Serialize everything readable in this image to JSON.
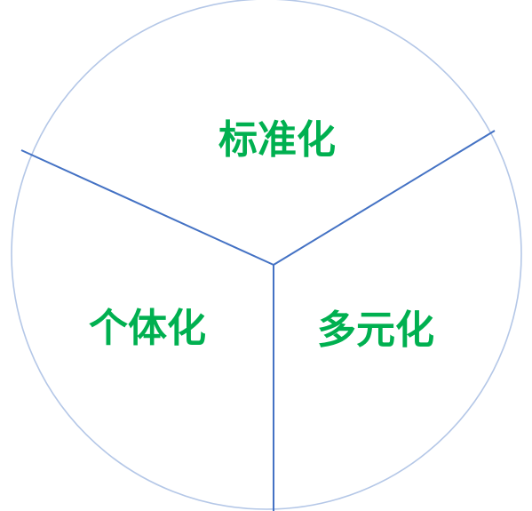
{
  "diagram": {
    "segments": [
      {
        "label": "标准化"
      },
      {
        "label": "个体化"
      },
      {
        "label": "多元化"
      }
    ],
    "colors": {
      "circle_stroke": "#b4c7e7",
      "divider": "#4472c4",
      "label": "#00b050"
    }
  }
}
